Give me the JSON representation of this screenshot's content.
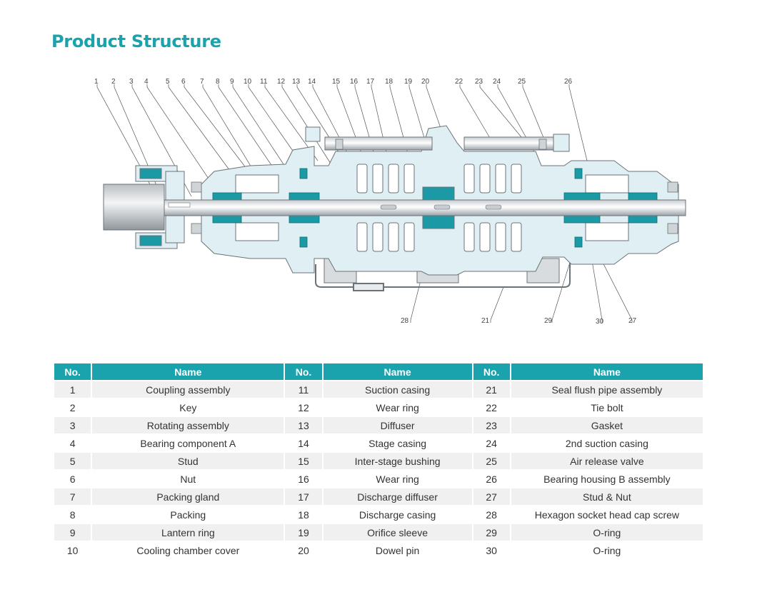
{
  "page": {
    "title": "Product Structure",
    "accent_color": "#1aa3ad"
  },
  "diagram": {
    "callouts": [
      "1",
      "2",
      "3",
      "4",
      "5",
      "6",
      "7",
      "8",
      "9",
      "10",
      "11",
      "12",
      "13",
      "14",
      "15",
      "16",
      "17",
      "18",
      "19",
      "20",
      "22",
      "23",
      "24",
      "25",
      "26"
    ],
    "bottom_callouts": [
      "28",
      "21",
      "29",
      "30",
      "27"
    ]
  },
  "table": {
    "headers": [
      "No.",
      "Name",
      "No.",
      "Name",
      "No.",
      "Name"
    ],
    "rows": [
      [
        "1",
        "Coupling assembly",
        "11",
        "Suction casing",
        "21",
        "Seal flush pipe assembly"
      ],
      [
        "2",
        "Key",
        "12",
        "Wear ring",
        "22",
        "Tie bolt"
      ],
      [
        "3",
        "Rotating assembly",
        "13",
        "Diffuser",
        "23",
        "Gasket"
      ],
      [
        "4",
        "Bearing component A",
        "14",
        "Stage casing",
        "24",
        "2nd suction casing"
      ],
      [
        "5",
        "Stud",
        "15",
        "Inter-stage bushing",
        "25",
        "Air release valve"
      ],
      [
        "6",
        "Nut",
        "16",
        "Wear ring",
        "26",
        "Bearing housing B assembly"
      ],
      [
        "7",
        "Packing gland",
        "17",
        "Discharge diffuser",
        "27",
        "Stud & Nut"
      ],
      [
        "8",
        "Packing",
        "18",
        "Discharge casing",
        "28",
        "Hexagon socket head cap screw"
      ],
      [
        "9",
        "Lantern ring",
        "19",
        "Orifice sleeve",
        "29",
        "O-ring"
      ],
      [
        "10",
        "Cooling chamber cover",
        "20",
        "Dowel pin",
        "30",
        "O-ring"
      ]
    ]
  }
}
